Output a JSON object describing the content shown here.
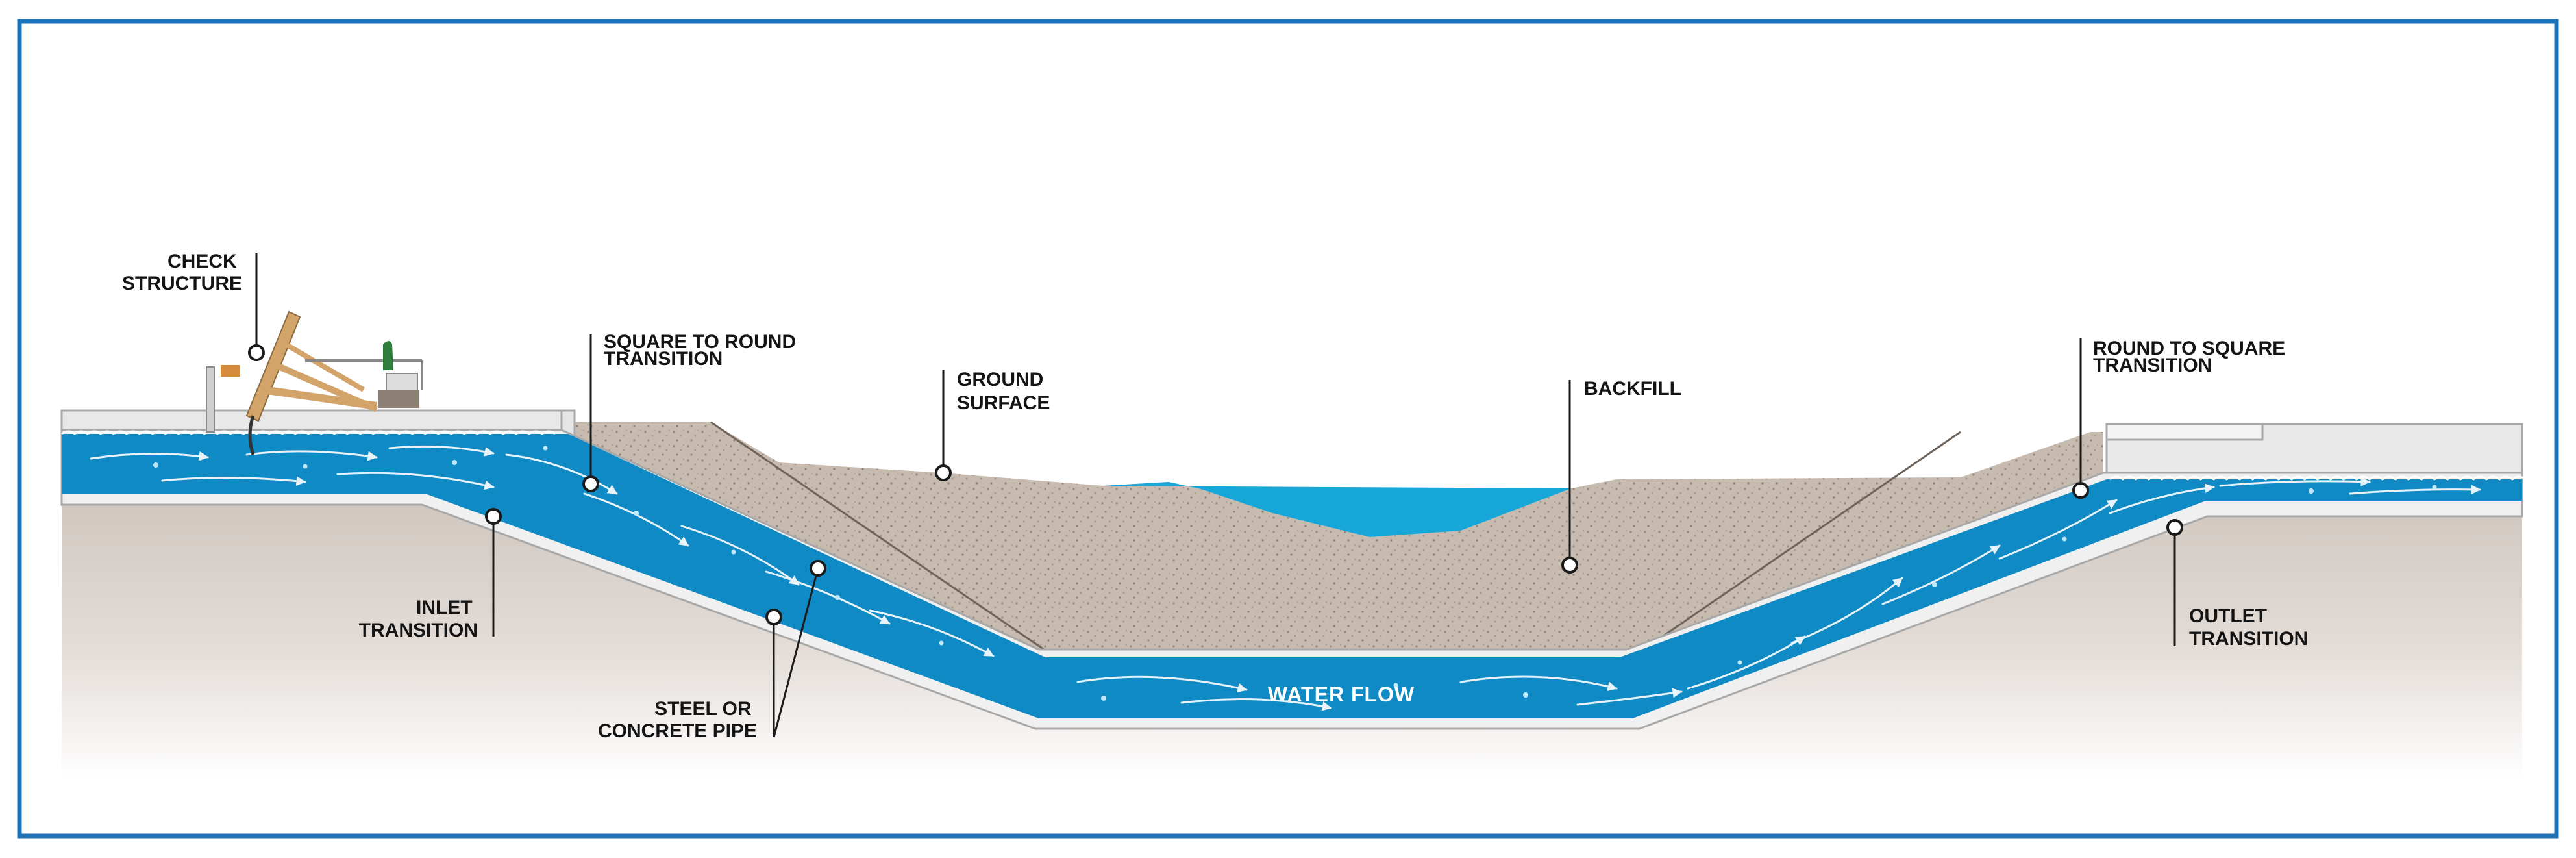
{
  "labels": {
    "check_structure": [
      "CHECK",
      "STRUCTURE"
    ],
    "square_to_round": [
      "SQUARE TO ROUND",
      "TRANSITION"
    ],
    "ground_surface": [
      "GROUND",
      "SURFACE"
    ],
    "backfill": [
      "BACKFILL"
    ],
    "round_to_square": [
      "ROUND TO SQUARE",
      "TRANSITION"
    ],
    "inlet_transition": [
      "INLET",
      "TRANSITION"
    ],
    "steel_or_concrete_pipe": [
      "STEEL OR",
      "CONCRETE PIPE"
    ],
    "outlet_transition": [
      "OUTLET",
      "TRANSITION"
    ],
    "water_flow": "WATER FLOW"
  },
  "colors": {
    "frame": "#1d72b8",
    "water": "#0f8ac4",
    "water_light": "#43b7e8",
    "pond": "#17a6d8",
    "pipe_wall": "#efefef",
    "pipe_edge": "#a8a8a8",
    "ground_cut": "#cbbfb6",
    "sand": "#c8bcb1",
    "sand_dots": "#9b8f85",
    "concrete": "#e9e9e9",
    "gate_wood": "#d3a46a"
  }
}
